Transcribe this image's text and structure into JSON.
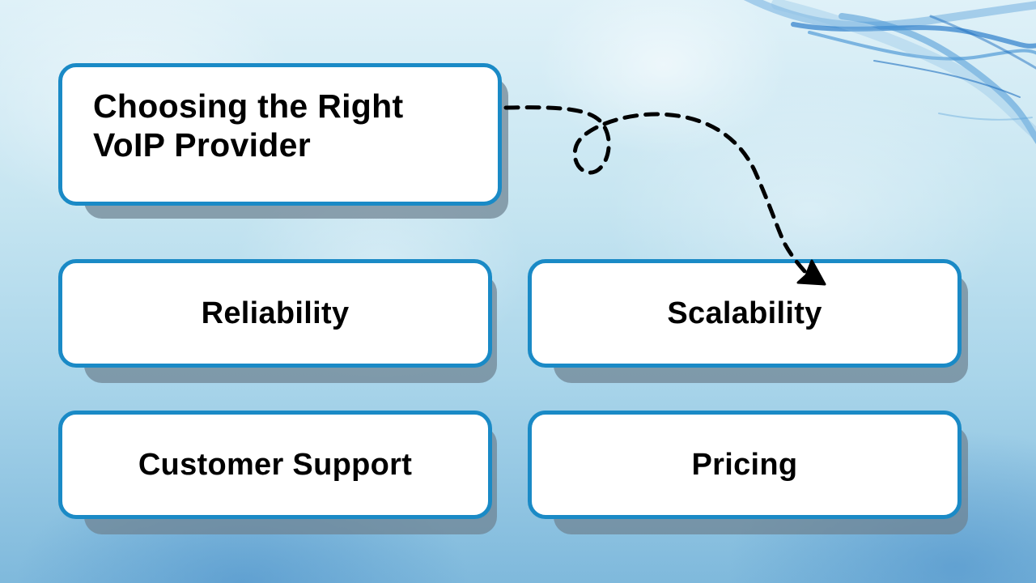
{
  "diagram": {
    "title": {
      "line1": "Choosing the Right",
      "line2": "VoIP Provider"
    },
    "items": [
      {
        "label": "Reliability"
      },
      {
        "label": "Scalability"
      },
      {
        "label": "Customer Support"
      },
      {
        "label": "Pricing"
      }
    ],
    "connector": {
      "from": "title",
      "to": "Scalability",
      "style": "dashed-arrow-with-loop"
    }
  },
  "colors": {
    "card_border": "#1a8ac6",
    "card_fill": "#ffffff",
    "card_shadow": "#6e8291",
    "text": "#000000",
    "background_light": "#dff1f8",
    "background_dark": "#7fb9dc",
    "wave_accent": "#1f6fc0"
  },
  "decorations": {
    "top_right": "blue-wave-lines-icon"
  }
}
